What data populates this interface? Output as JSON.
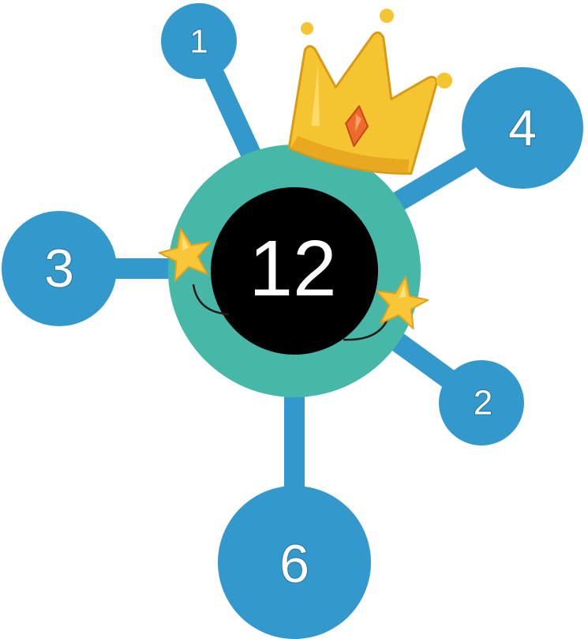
{
  "diagram": {
    "center": {
      "value": "12"
    },
    "nodes": [
      {
        "id": "node-1",
        "value": "1"
      },
      {
        "id": "node-4",
        "value": "4"
      },
      {
        "id": "node-3",
        "value": "3"
      },
      {
        "id": "node-2",
        "value": "2"
      },
      {
        "id": "node-6",
        "value": "6"
      }
    ],
    "colors": {
      "node": "#3399cc",
      "ring": "#47b8a8",
      "core": "#000000",
      "crown": "#f5c431",
      "gem": "#ee6a2a",
      "star": "#f9c637"
    },
    "icons": [
      "crown-icon",
      "star-icon",
      "star-icon"
    ]
  }
}
